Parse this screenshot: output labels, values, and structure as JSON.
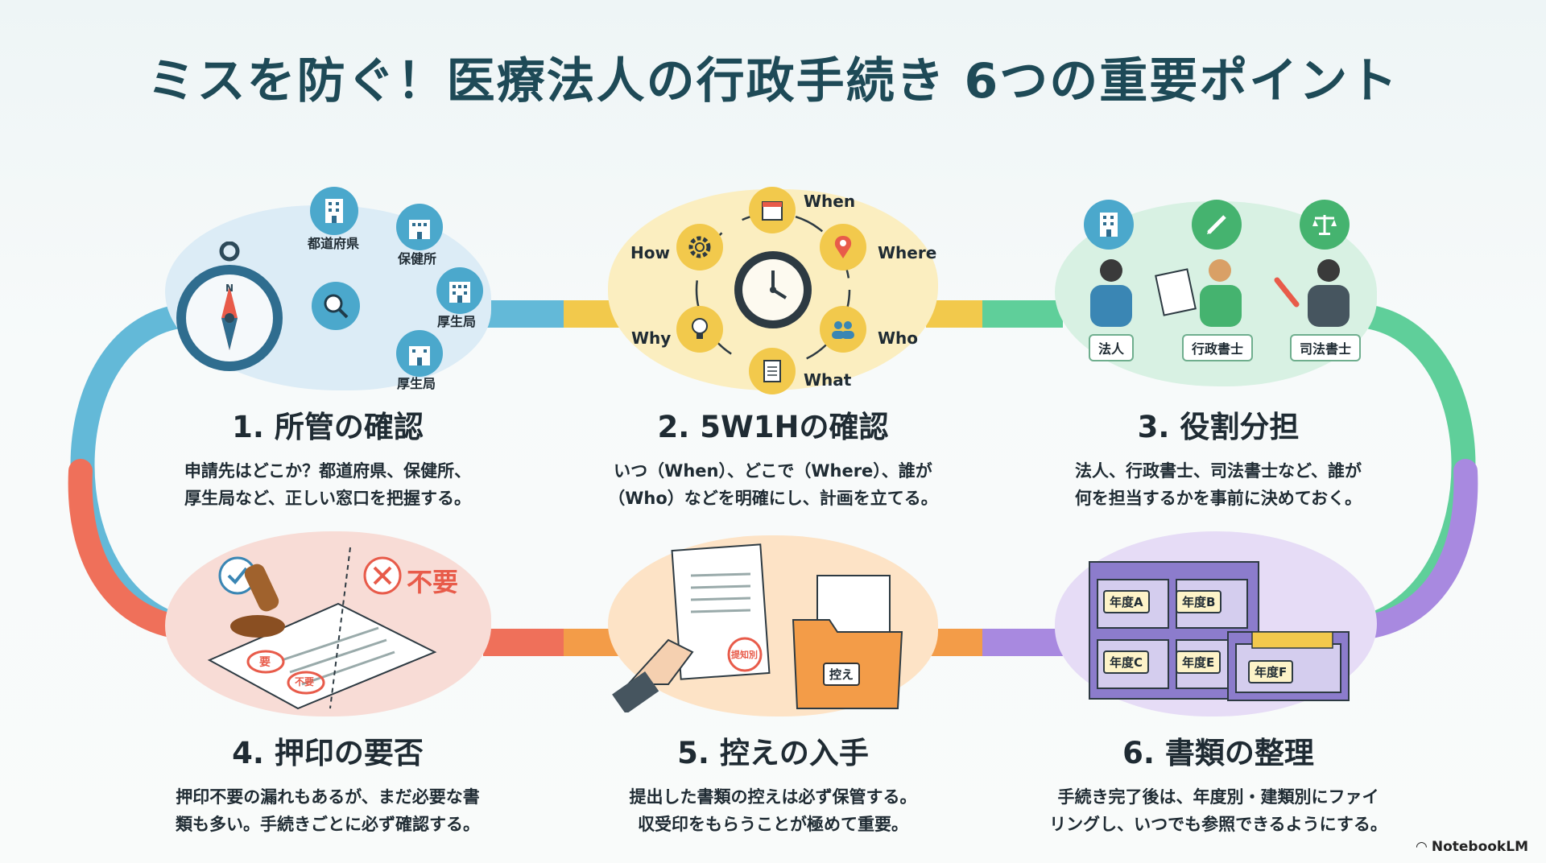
{
  "title": "ミスを防ぐ！医療法人の行政手続き 6つの重要ポイント",
  "points": [
    {
      "heading": "1. 所管の確認",
      "line1": "申請先はどこか？都道府県、保健所、",
      "line2": "厚生局など、正しい窓口を把握する。"
    },
    {
      "heading": "2. 5W1Hの確認",
      "line1": "いつ（When）、どこで（Where）、誰が",
      "line2": "（Who）などを明確にし、計画を立てる。"
    },
    {
      "heading": "3. 役割分担",
      "line1": "法人、行政書士、司法書士など、誰が",
      "line2": "何を担当するかを事前に決めておく。"
    },
    {
      "heading": "4. 押印の要否",
      "line1": "押印不要の漏れもあるが、まだ必要な書",
      "line2": "類も多い。手続きごとに必ず確認する。"
    },
    {
      "heading": "5. 控えの入手",
      "line1": "提出した書類の控えは必ず保管する。",
      "line2": "収受印をもらうことが極めて重要。"
    },
    {
      "heading": "6. 書類の整理",
      "line1": "手続き完了後は、年度別・建類別にファイ",
      "line2": "リングし、いつでも参照できるようにする。"
    }
  ],
  "illus1": {
    "labels": [
      "都道府県",
      "保健所",
      "厚生局",
      "厚生局"
    ]
  },
  "illus2": {
    "labels": [
      "When",
      "Where",
      "Who",
      "What",
      "Why",
      "How"
    ]
  },
  "illus3": {
    "labels": [
      "法人",
      "行政書士",
      "司法書士"
    ]
  },
  "illus4": {
    "label": "不要",
    "stamp1": "要",
    "stamp2": "不要"
  },
  "illus5": {
    "stamp": "提知別",
    "folder": "控え"
  },
  "illus6": {
    "drawers": [
      "年度A",
      "年度B",
      "年度C",
      "年度E",
      "年度F"
    ]
  },
  "brand": "NotebookLM",
  "colors": {
    "blue": "#5bb8d6",
    "yellow": "#f2c94c",
    "green": "#5fcf9a",
    "purple": "#a889e0",
    "orange": "#f39c48",
    "red": "#ef6f5a"
  }
}
